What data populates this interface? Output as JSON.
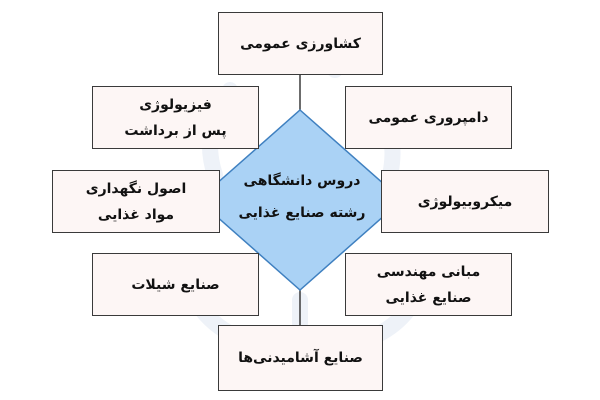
{
  "diagram": {
    "center": {
      "line1": "دروس دانشگاهی",
      "line2": "رشته صنایع غذایی"
    },
    "topics": {
      "top": "کشاورزی عمومی",
      "upper_left_line1": "فیزیولوژی",
      "upper_left_line2": "پس از برداشت",
      "upper_right": "دامپروری عمومی",
      "middle_left_line1": "اصول نگهداری",
      "middle_left_line2": "مواد غذایی",
      "middle_right": "میکروبیولوژی",
      "lower_left": "صنایع شیلات",
      "lower_right_line1": "مبانی مهندسی",
      "lower_right_line2": "صنایع غذایی",
      "bottom": "صنایع آشامیدنی‌ها"
    }
  },
  "colors": {
    "box_fill": "#fdf6f5",
    "box_border": "#3a3a3a",
    "center_fill": "#aad2f5",
    "center_border": "#3f80c0",
    "text": "#111111",
    "watermark": "#eef2f8"
  }
}
